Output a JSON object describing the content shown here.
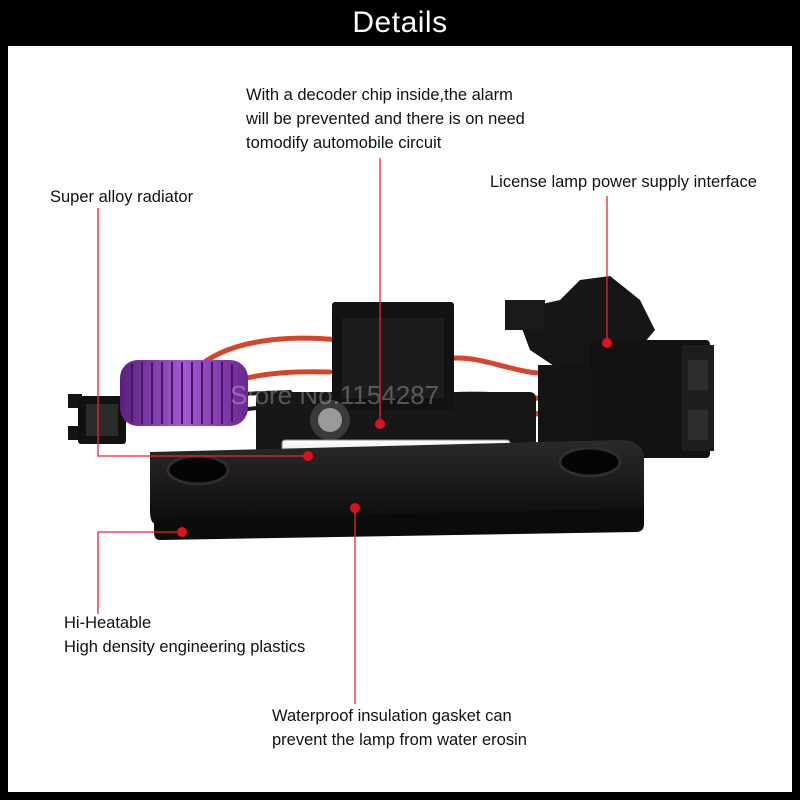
{
  "header": {
    "title": "Details"
  },
  "watermark": "Store No.1154287",
  "callouts": {
    "decoder": {
      "lines": [
        "With a decoder chip inside,the alarm",
        "will be prevented and there is on need",
        "tomodify automobile circuit"
      ]
    },
    "radiator": {
      "lines": [
        "Super alloy radiator"
      ]
    },
    "interface": {
      "lines": [
        "License lamp power supply interface"
      ]
    },
    "plastics": {
      "lines": [
        "Hi-Heatable",
        "High density engineering plastics"
      ]
    },
    "gasket": {
      "lines": [
        "Waterproof insulation gasket can",
        "prevent the lamp from water erosin"
      ]
    }
  },
  "colors": {
    "leader_line": "#e8243a",
    "marker_dot": "#e0101e",
    "header_bg": "#000000",
    "panel_bg": "#ffffff",
    "radiator": "#8a3bb3",
    "wire_red": "#d6452b",
    "housing": "#111111"
  }
}
